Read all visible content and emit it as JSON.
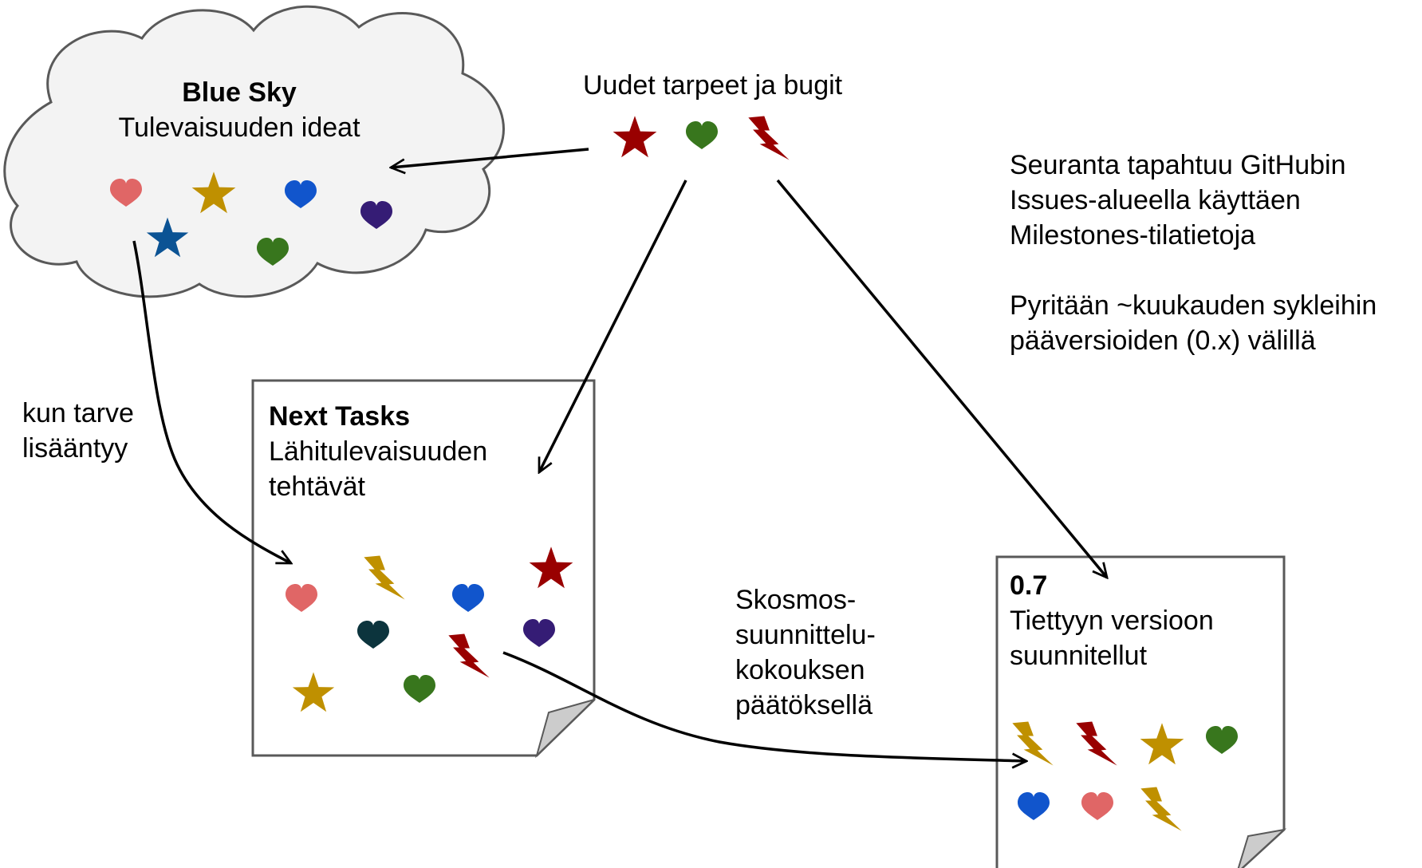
{
  "blue_sky": {
    "title": "Blue Sky",
    "subtitle": "Tulevaisuuden ideat"
  },
  "new_needs": {
    "label": "Uudet tarpeet ja bugit"
  },
  "info": {
    "line1": "Seuranta tapahtuu GitHubin",
    "line2": "Issues-alueella käyttäen",
    "line3": "Milestones-tilatietoja",
    "line4": "Pyritään ~kuukauden sykleihin",
    "line5": "pääversioiden (0.x) välillä"
  },
  "next_tasks": {
    "title": "Next Tasks",
    "line1": "Lähitulevaisuuden",
    "line2": "tehtävät"
  },
  "need_arrow_label": {
    "line1": "kun tarve",
    "line2": "lisääntyy"
  },
  "decision_label": {
    "line1": "Skosmos-",
    "line2": "suunnittelu-",
    "line3": "kokouksen",
    "line4": "päätöksellä"
  },
  "version": {
    "title": "0.7",
    "line1": "Tiettyyn versioon",
    "line2": "suunnitellut"
  },
  "colors": {
    "outline": "#595959",
    "cloud_fill": "#f3f3f3",
    "paper_fill": "#ffffff",
    "fold_fill": "#cccccc",
    "arrow": "#000000",
    "red": "#990000",
    "green": "#38761d",
    "pink": "#e06666",
    "blue": "#1155cc",
    "purple": "#351c75",
    "gold": "#bf9000",
    "star_blue": "#0b5394",
    "dark_teal": "#0c343d"
  },
  "icons": [
    "star-icon",
    "heart-icon",
    "lightning-icon"
  ]
}
